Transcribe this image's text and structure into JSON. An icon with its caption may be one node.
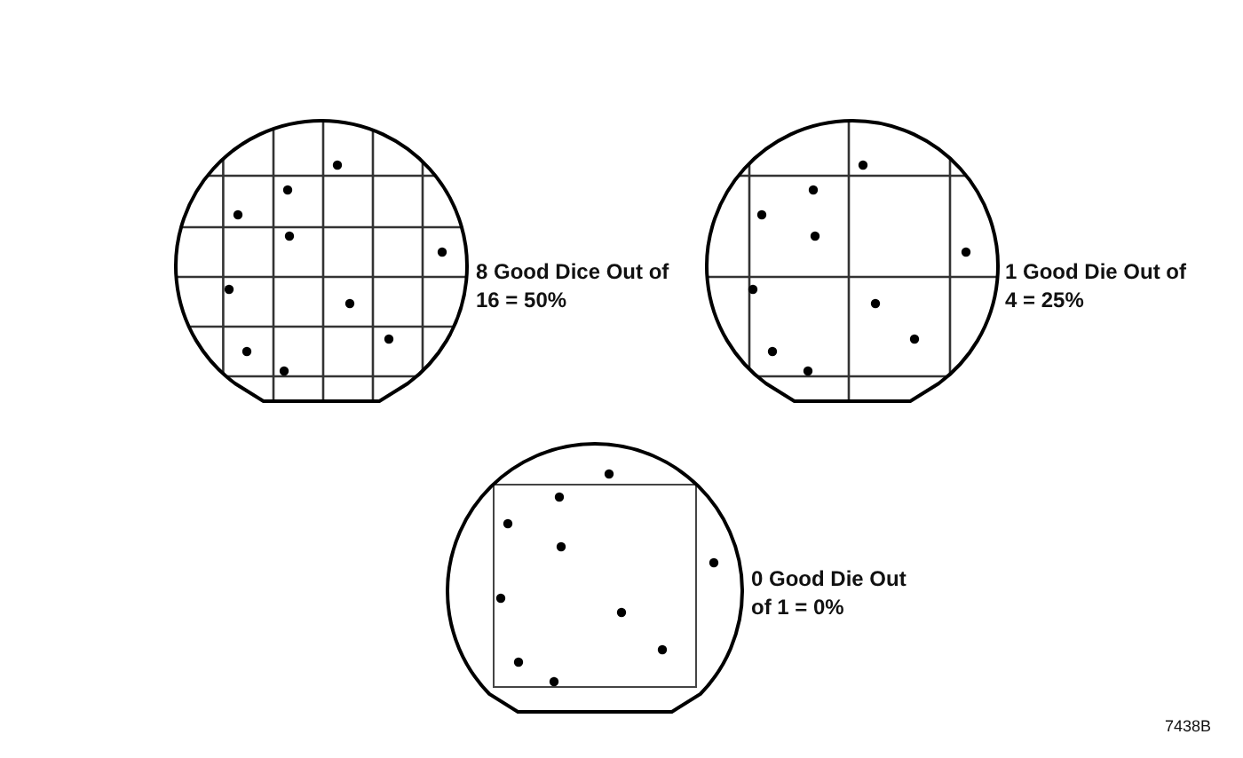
{
  "diagram": {
    "labels": [
      "8 Good Dice Out of 16 = 50%",
      "1 Good Die Out of 4 = 25%",
      "0 Good Die Out of 1 = 0%",
      "7438B"
    ]
  }
}
